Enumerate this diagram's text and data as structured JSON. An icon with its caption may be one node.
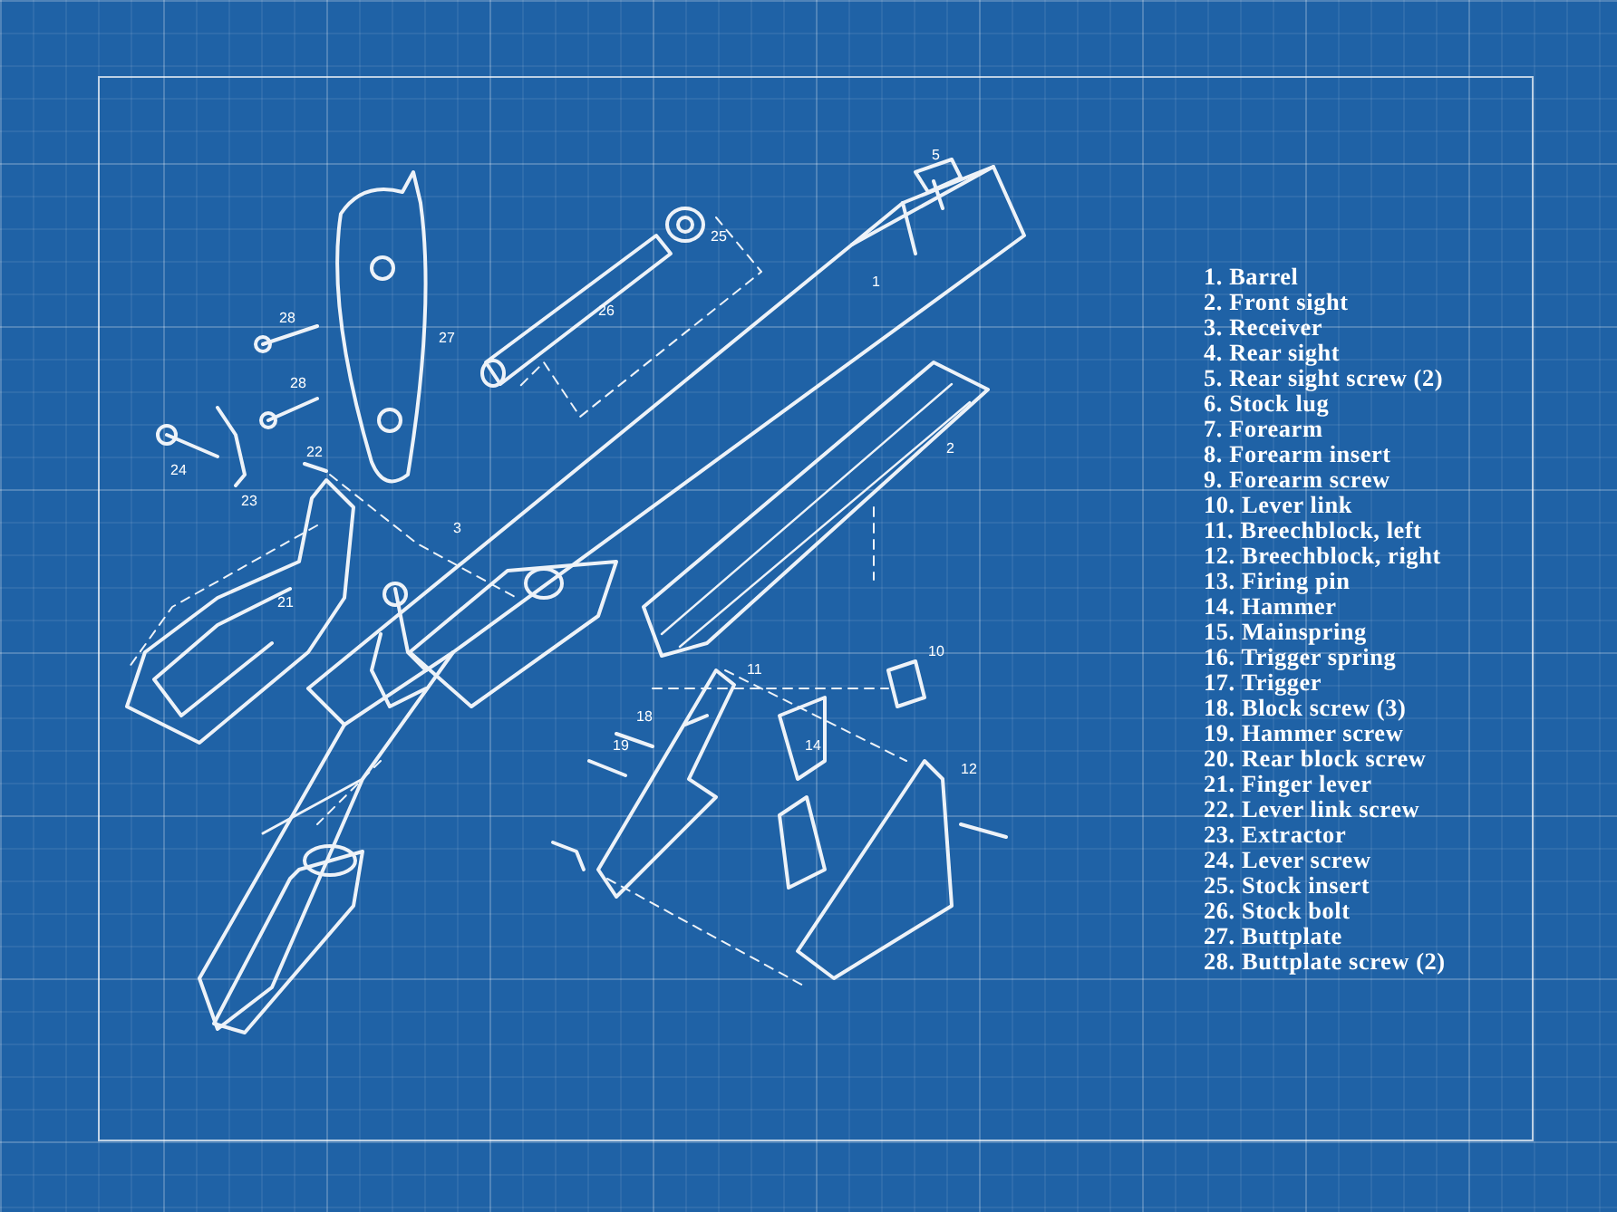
{
  "diagram": {
    "labels": [
      "5",
      "25",
      "1",
      "26",
      "28",
      "27",
      "28",
      "22",
      "24",
      "23",
      "2",
      "21",
      "3",
      "10",
      "11",
      "18",
      "19",
      "14",
      "12",
      "1. Barrel",
      "2. Front sight",
      "3. Receiver",
      "4. Rear sight",
      "5. Rear sight screw (2)",
      "6. Stock lug",
      "7. Forearm",
      "8. Forearm insert",
      "9. Forearm screw",
      "10. Lever link",
      "11. Breechblock, left",
      "12. Breechblock, right",
      "13. Firing pin",
      "14. Hammer",
      "15. Mainspring",
      "16. Trigger spring",
      "17. Trigger",
      "18. Block screw (3)",
      "19. Hammer screw",
      "20. Rear block screw",
      "21. Finger lever",
      "22. Lever link screw",
      "23. Extractor",
      "24. Lever screw",
      "25. Stock insert",
      "26. Stock bolt",
      "27. Buttplate",
      "28. Buttplate screw (2)"
    ]
  }
}
